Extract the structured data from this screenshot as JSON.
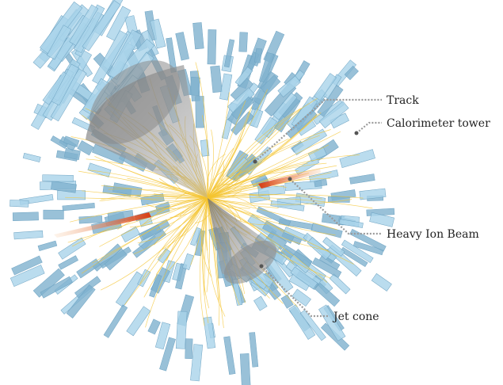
{
  "labels": {
    "track": "Track",
    "calorimeter": "Calorimeter tower",
    "beam": "Heavy Ion Beam",
    "jet": "Jet cone"
  },
  "colors": {
    "tower_light": "#a9d3ea",
    "tower_dark": "#7fb2ce",
    "track": "#f4c430",
    "beam": "#e0481e",
    "cone": "#8c8c8c",
    "leader": "#9a9a9a"
  }
}
